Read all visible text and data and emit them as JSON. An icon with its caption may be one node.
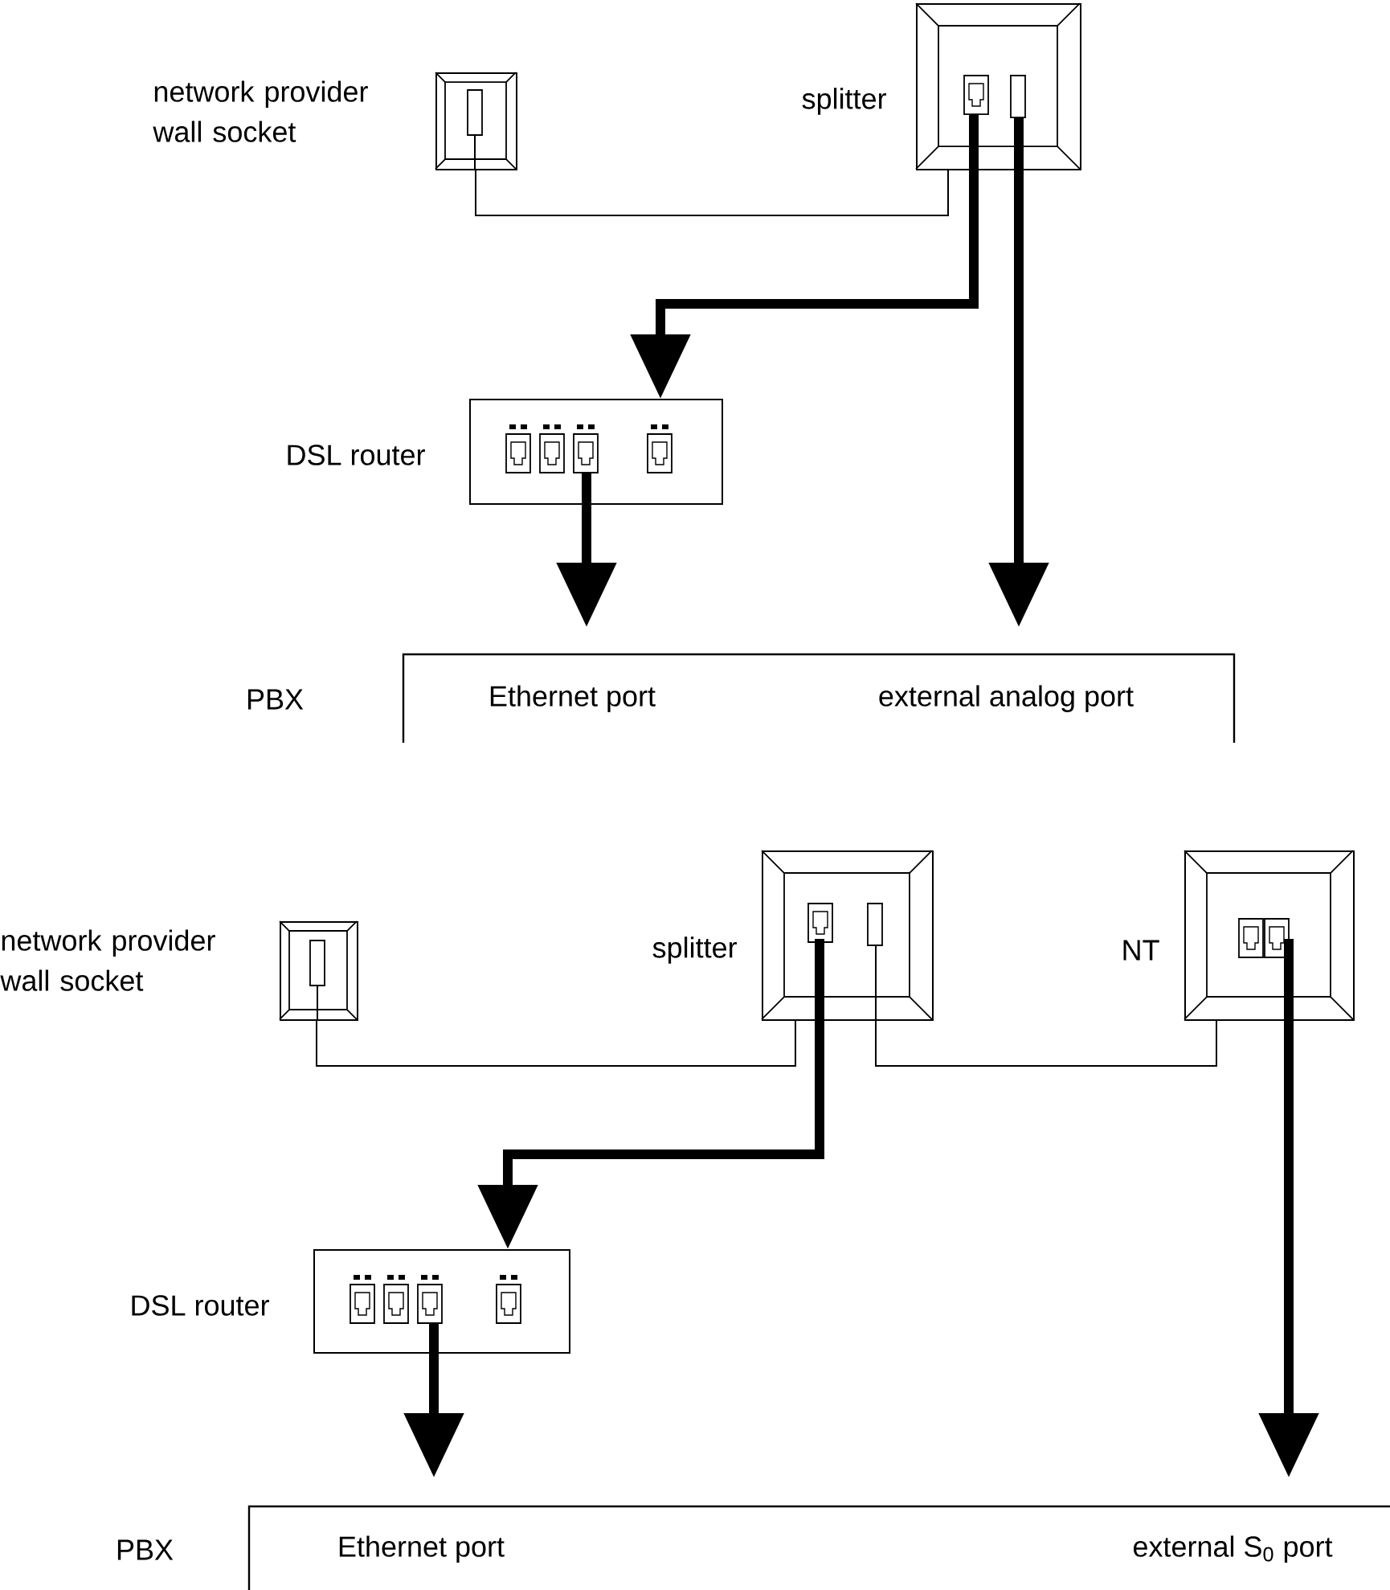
{
  "diagram": {
    "nodes": [
      {
        "text": [
          "network provider wall socket"
        ]
      },
      {
        "text": [
          "splitter"
        ]
      },
      {
        "text": [
          "DSL router"
        ]
      },
      {
        "text": [
          "PBX"
        ]
      },
      {
        "text": [
          "Ethernet port"
        ],
        "in": 3
      },
      {
        "text": [
          "external analog port"
        ],
        "in": 3
      },
      {
        "text": [
          "network provider wall socket"
        ]
      },
      {
        "text": [
          "splitter"
        ]
      },
      {
        "text": [
          "NT"
        ]
      },
      {
        "text": [
          "DSL router"
        ]
      },
      {
        "text": [
          "PBX"
        ]
      },
      {
        "text": [
          "Ethernet port"
        ],
        "in": 10
      },
      {
        "text": [
          "external S$_{0}$ port"
        ],
        "in": 10
      }
    ],
    "edges": [
      {
        "from": 0,
        "to": 1,
        "arrow": "none"
      },
      {
        "from": 1,
        "to": 2,
        "arrow": "to"
      },
      {
        "from": 2,
        "to": 4,
        "arrow": "to"
      },
      {
        "from": 1,
        "to": 5,
        "arrow": "to"
      },
      {
        "from": 6,
        "to": 7,
        "arrow": "none"
      },
      {
        "from": 7,
        "to": 8,
        "arrow": "none"
      },
      {
        "from": 7,
        "to": 9,
        "arrow": "to"
      },
      {
        "from": 9,
        "to": 11,
        "arrow": "to"
      },
      {
        "from": 8,
        "to": 12,
        "arrow": "to"
      }
    ]
  }
}
